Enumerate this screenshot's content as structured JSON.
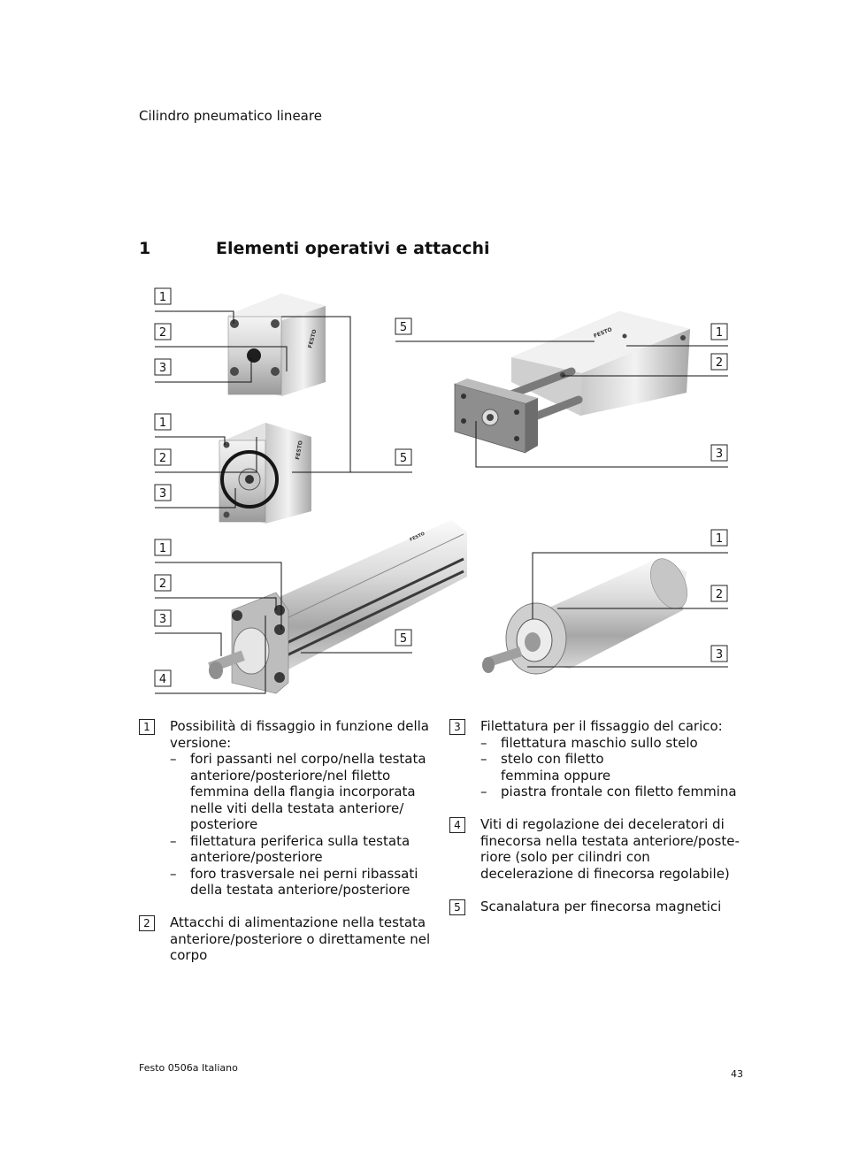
{
  "header": {
    "running_title": "Cilindro pneumatico lineare"
  },
  "section": {
    "number": "1",
    "title": "Elementi operativi e attacchi"
  },
  "figure": {
    "callouts": [
      "1",
      "2",
      "3",
      "1",
      "2",
      "3",
      "1",
      "2",
      "3",
      "4",
      "5",
      "5",
      "5",
      "1",
      "2",
      "3",
      "1",
      "2",
      "3"
    ],
    "logos": [
      "FESTO",
      "FESTO",
      "FESTO",
      "FESTO"
    ]
  },
  "legend": [
    {
      "num": "1",
      "text": "Possibilità di fissaggio in funzione della versione:",
      "sub": [
        "fori passanti nel corpo/nella testata anteriore/posteriore/nel filetto femmina della flangia incorporata nelle viti della testata anteriore/ posteriore",
        "filettatura periferica sulla testata anteriore/posteriore",
        "foro trasversale nei perni ribassati della testata anteriore/posteriore"
      ]
    },
    {
      "num": "2",
      "text": "Attacchi di alimentazione nella testata anteriore/posteriore o direttamente nel corpo",
      "sub": []
    },
    {
      "num": "3",
      "text": "Filettatura per il fissaggio del carico:",
      "sub": [
        "filettatura maschio sullo stelo",
        "stelo con filetto femmina oppure",
        "piastra frontale con filetto femmina"
      ]
    },
    {
      "num": "4",
      "text": "Viti di regolazione dei deceleratori di finecorsa nella testata anteriore/poste- riore (solo per cilindri con decelerazione di finecorsa regolabile)",
      "sub": []
    },
    {
      "num": "5",
      "text": "Scanalatura per finecorsa magnetici",
      "sub": []
    }
  ],
  "footer": {
    "left": "Festo  0506a Italiano",
    "page": "43"
  }
}
